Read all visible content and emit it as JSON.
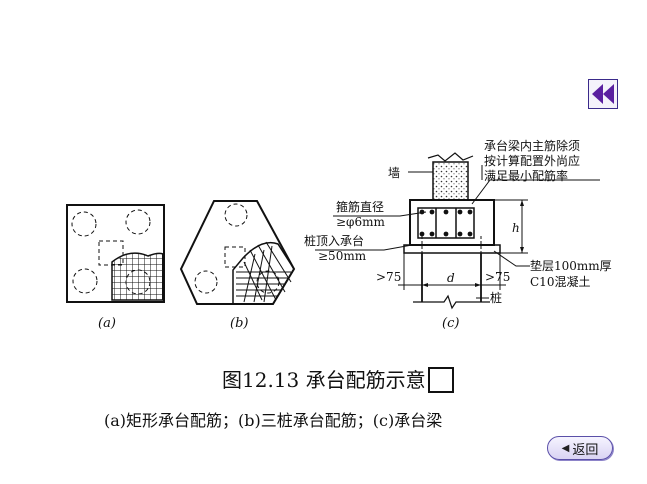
{
  "nav": {
    "prev_icon": "double-left-arrow-icon"
  },
  "labels": {
    "a": "(a)",
    "b": "(b)",
    "c": "(c)",
    "wall": "墙",
    "main_rebar_note_1": "承台梁内主筋除须",
    "main_rebar_note_2": "按计算配置外尚应",
    "main_rebar_note_3": "满足最小配筋率",
    "stirrup_1": "箍筋直径",
    "stirrup_2": "≥φ6mm",
    "pile_embed_1": "桩顶入承台",
    "pile_embed_2": "≥50mm",
    "h": "h",
    "d": "d",
    "gt75_left": ">75",
    "gt75_right": ">75",
    "cushion_1": "垫层100mm厚",
    "cushion_2": "C10混凝土",
    "pile": "桩"
  },
  "caption": "图12.13  承台配筋示意",
  "subcaption": "(a)矩形承台配筋；(b)三桩承台配筋；(c)承台梁",
  "back_button": {
    "label": "返回",
    "icon": "left-triangle-icon"
  },
  "colors": {
    "accent": "#5a1fa0",
    "line": "#111111"
  }
}
